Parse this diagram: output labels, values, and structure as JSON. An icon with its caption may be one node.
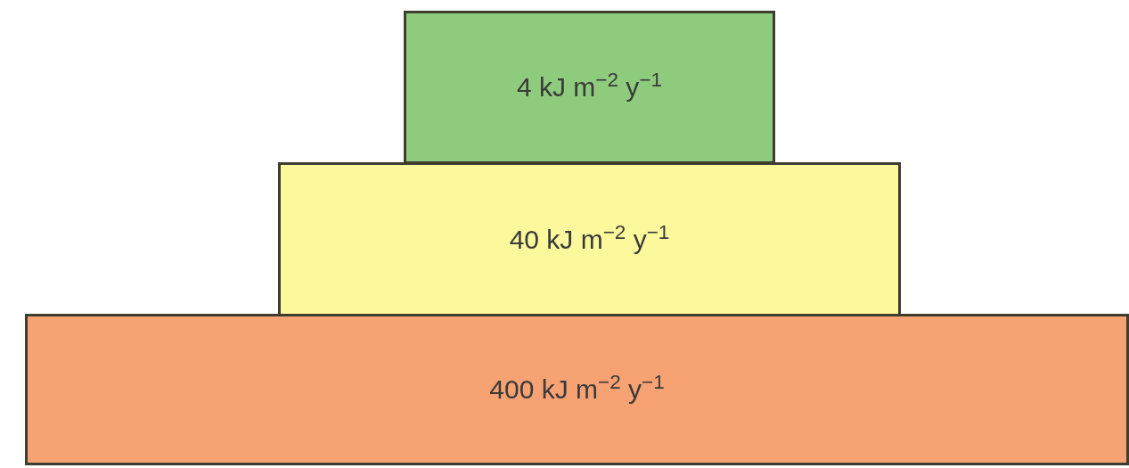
{
  "diagram": {
    "nodes": [
      {
        "text": [
          "4 kJ m$^{−2}$ y$^{−1}$"
        ]
      },
      {
        "text": [
          "40 kJ m$^{−2}$ y$^{−1}$"
        ]
      },
      {
        "text": [
          "400 kJ m$^{−2}$ y$^{−1}$"
        ]
      }
    ]
  }
}
